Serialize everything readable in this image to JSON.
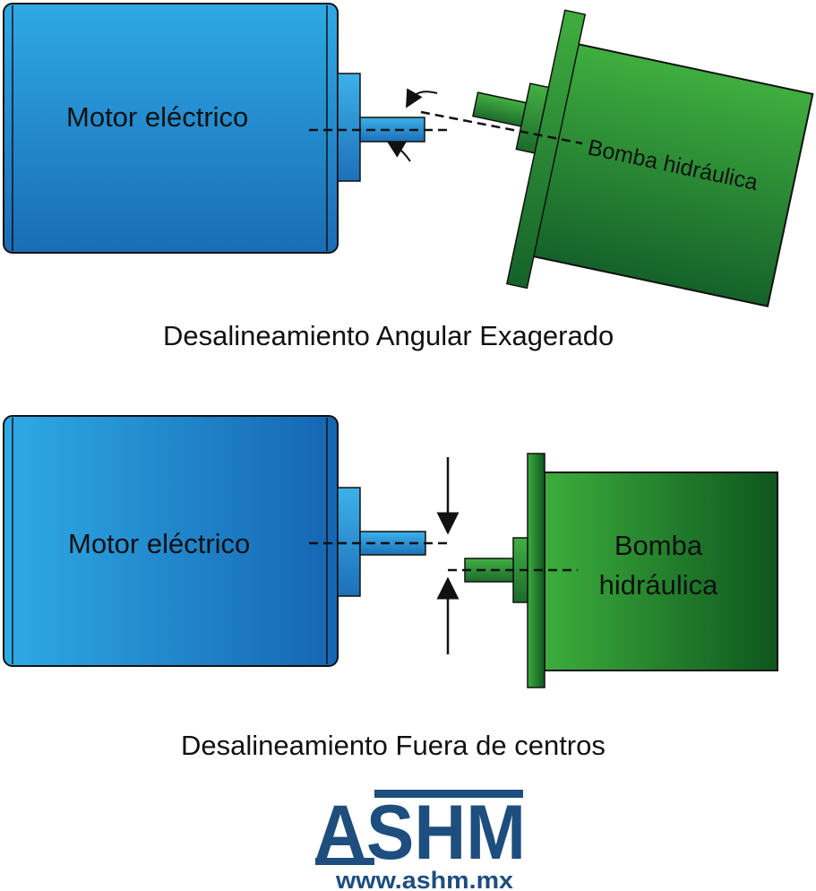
{
  "diagram_top": {
    "motor_label": "Motor eléctrico",
    "pump_label": "Bomba hidráulica",
    "caption": "Desalineamiento Angular Exagerado"
  },
  "diagram_bottom": {
    "motor_label": "Motor eléctrico",
    "pump_label_line1": "Bomba",
    "pump_label_line2": "hidráulica",
    "caption": "Desalineamiento Fuera de centros"
  },
  "logo": {
    "brand": "ASHM",
    "url": "www.ashm.mx"
  },
  "colors": {
    "motor_blue_light": "#2da7e4",
    "motor_blue_dark": "#1769b5",
    "pump_green_light": "#3aaa3a",
    "pump_green_dark": "#0f5a1e",
    "logo_navy": "#1d4e7e"
  }
}
